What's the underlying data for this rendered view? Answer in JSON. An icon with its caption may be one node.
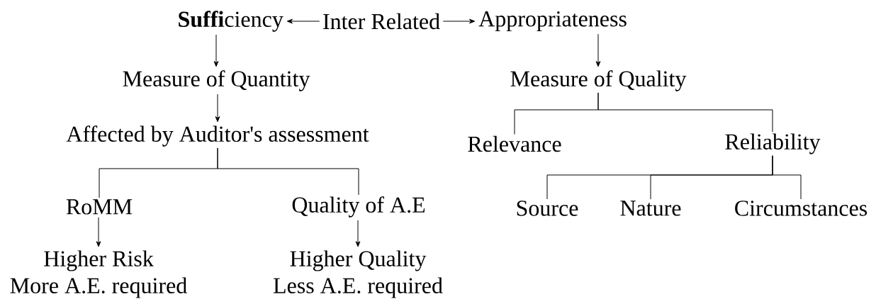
{
  "diagram": {
    "nodes": [
      {
        "text": [
          "**Suffi**ciency"
        ]
      },
      {
        "text": [
          "Inter Related"
        ]
      },
      {
        "text": [
          "Appropriateness"
        ]
      },
      {
        "text": [
          "Measure of Quantity"
        ]
      },
      {
        "text": [
          "Affected by Auditor's assessment"
        ]
      },
      {
        "text": [
          "RoMM"
        ]
      },
      {
        "text": [
          "Quality of A.E"
        ]
      },
      {
        "text": [
          "Higher Risk",
          "More A.E. required"
        ]
      },
      {
        "text": [
          "Higher Quality",
          "Less A.E. required"
        ]
      },
      {
        "text": [
          "Measure of Quality"
        ]
      },
      {
        "text": [
          "Relevance"
        ]
      },
      {
        "text": [
          "Reliability"
        ]
      },
      {
        "text": [
          "Source"
        ]
      },
      {
        "text": [
          "Nature"
        ]
      },
      {
        "text": [
          "Circumstances"
        ]
      }
    ],
    "edges": [
      {
        "from": 1,
        "to": 0,
        "arrow": "to"
      },
      {
        "from": 1,
        "to": 2,
        "arrow": "to"
      },
      {
        "from": 0,
        "to": 3,
        "arrow": "to"
      },
      {
        "from": 2,
        "to": 9,
        "arrow": "to"
      },
      {
        "from": 3,
        "to": 4,
        "arrow": "to"
      },
      {
        "from": 4,
        "to": 5,
        "arrow": "none"
      },
      {
        "from": 4,
        "to": 6,
        "arrow": "none"
      },
      {
        "from": 5,
        "to": 7,
        "arrow": "to"
      },
      {
        "from": 6,
        "to": 8,
        "arrow": "to"
      },
      {
        "from": 9,
        "to": 10,
        "arrow": "none"
      },
      {
        "from": 9,
        "to": 11,
        "arrow": "none"
      },
      {
        "from": 11,
        "to": 12,
        "arrow": "none"
      },
      {
        "from": 11,
        "to": 13,
        "arrow": "none"
      },
      {
        "from": 11,
        "to": 14,
        "arrow": "none"
      }
    ]
  }
}
